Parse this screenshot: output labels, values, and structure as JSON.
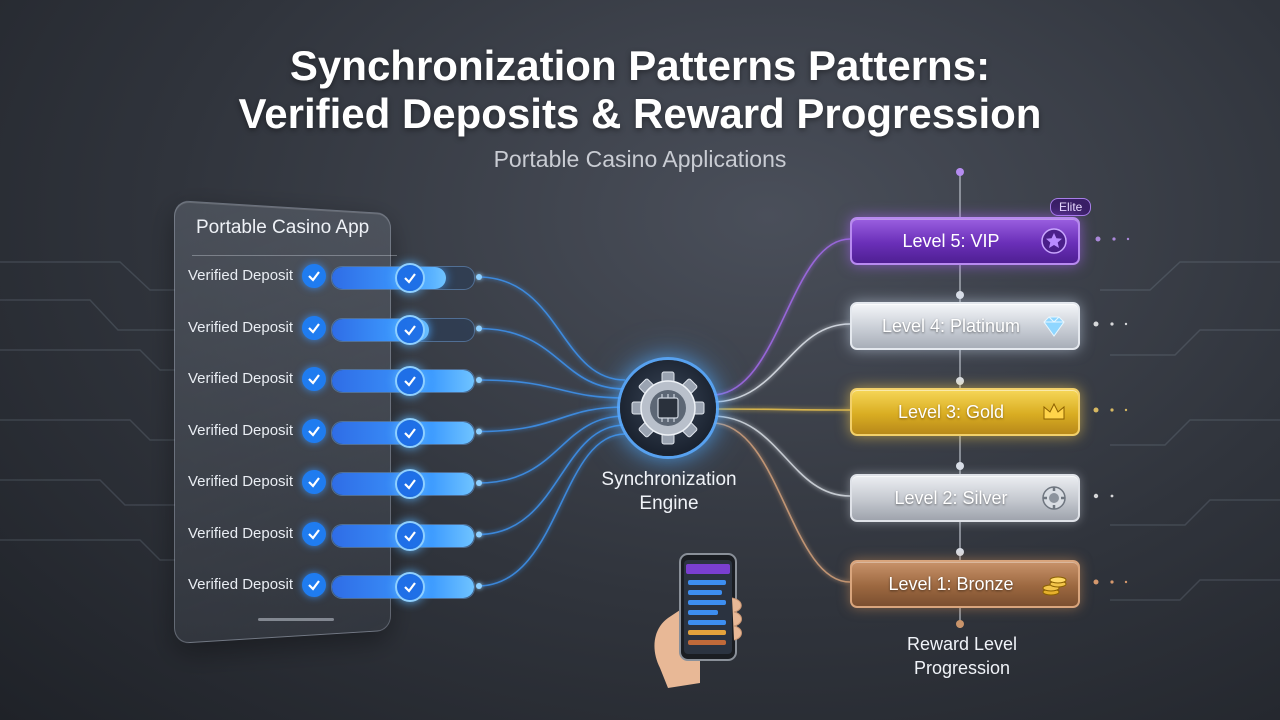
{
  "title": {
    "line1": "Synchronization Patterns Patterns:",
    "line2": "Verified Deposits & Reward Progression"
  },
  "subtitle": "Portable Casino Applications",
  "app_panel": {
    "title": "Portable Casino App",
    "deposits": [
      {
        "label": "Verified Deposit",
        "progress": 0.8
      },
      {
        "label": "Verified Deposit",
        "progress": 0.68
      },
      {
        "label": "Verified Deposit",
        "progress": 1.0
      },
      {
        "label": "Verified Deposit",
        "progress": 1.0
      },
      {
        "label": "Verified Deposit",
        "progress": 1.0
      },
      {
        "label": "Verified Deposit",
        "progress": 1.0
      },
      {
        "label": "Verified Deposit",
        "progress": 1.0
      }
    ]
  },
  "engine": {
    "label": "Synchronization Engine",
    "icon": "gear-chip-icon"
  },
  "levels": [
    {
      "label": "Level 5: VIP",
      "icon": "star-icon",
      "color": "#6a2fb8",
      "badge": "Elite"
    },
    {
      "label": "Level 4: Platinum",
      "icon": "diamond-icon",
      "color": "#c9ced6"
    },
    {
      "label": "Level 3: Gold",
      "icon": "crown-icon",
      "color": "#d9ad22"
    },
    {
      "label": "Level 2: Silver",
      "icon": "chip-icon",
      "color": "#c4c8cf"
    },
    {
      "label": "Level 1: Bronze",
      "icon": "coins-icon",
      "color": "#9c6840"
    }
  ],
  "reward_label": "Reward Level Progression",
  "phone": {
    "icon": "smartphone-in-hand-icon"
  },
  "colors": {
    "deposit_blue": "#3d9bff",
    "engine_glow": "#5aaaff",
    "vip_purple": "#a66cf0",
    "gold": "#f2c94c",
    "bronze": "#d9a57d"
  }
}
